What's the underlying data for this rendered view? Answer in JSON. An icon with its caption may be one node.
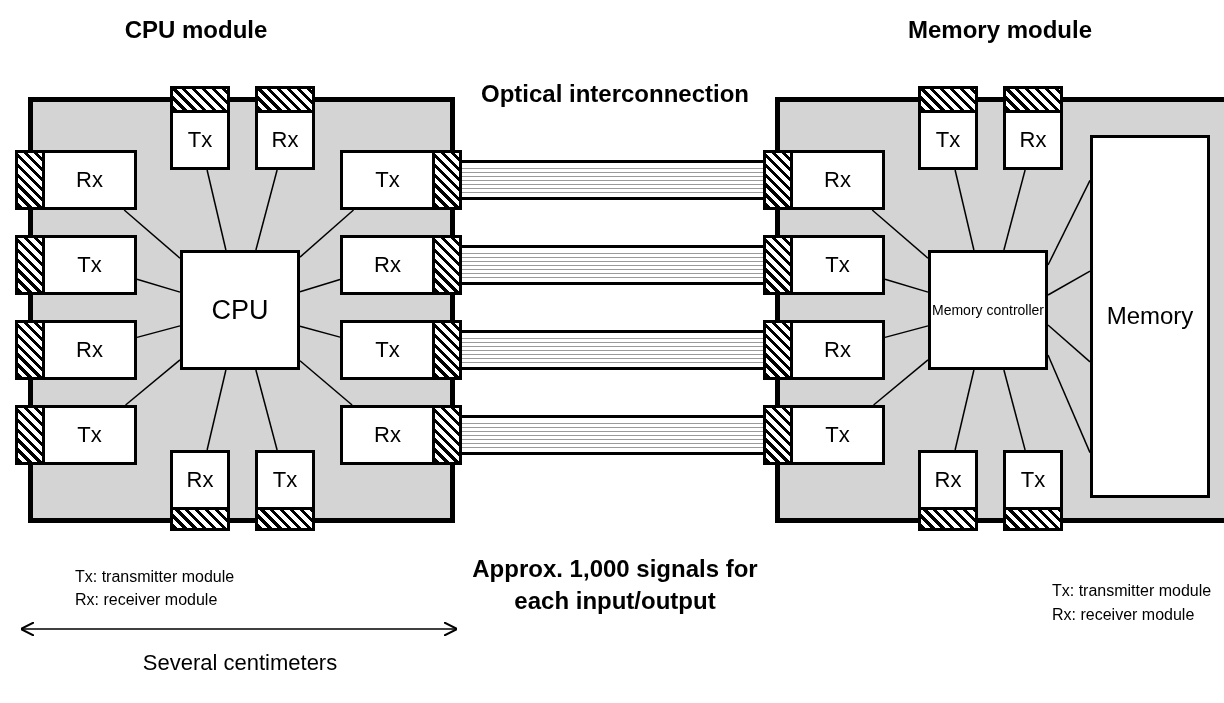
{
  "diagram": {
    "nodes": [
      {
        "text": [
          "CPU module"
        ]
      },
      {
        "text": [
          "Tx"
        ],
        "in": 0
      },
      {
        "text": [
          "Rx"
        ],
        "in": 0
      },
      {
        "text": [
          "Rx"
        ],
        "in": 0
      },
      {
        "text": [
          "Tx"
        ],
        "in": 0
      },
      {
        "text": [
          "Tx"
        ],
        "in": 0
      },
      {
        "text": [
          "CPU"
        ],
        "in": 0
      },
      {
        "text": [
          "Rx"
        ],
        "in": 0
      },
      {
        "text": [
          "Rx"
        ],
        "in": 0
      },
      {
        "text": [
          "Tx"
        ],
        "in": 0
      },
      {
        "text": [
          "Tx"
        ],
        "in": 0
      },
      {
        "text": [
          "Rx"
        ],
        "in": 0
      },
      {
        "text": [
          "Rx"
        ],
        "in": 0
      },
      {
        "text": [
          "Tx"
        ],
        "in": 0
      },
      {
        "text": [
          "Memory module"
        ]
      },
      {
        "text": [
          "Tx"
        ],
        "in": 14
      },
      {
        "text": [
          "Rx"
        ],
        "in": 14
      },
      {
        "text": [
          "Rx"
        ],
        "in": 14
      },
      {
        "text": [
          "Memory"
        ],
        "in": 14
      },
      {
        "text": [
          "Tx"
        ],
        "in": 14
      },
      {
        "text": [
          "Memory controller"
        ],
        "in": 14
      },
      {
        "text": [
          "Rx"
        ],
        "in": 14
      },
      {
        "text": [
          "Tx"
        ],
        "in": 14
      },
      {
        "text": [
          "Rx"
        ],
        "in": 14
      },
      {
        "text": [
          "Tx"
        ],
        "in": 14
      }
    ],
    "edges": [
      {
        "from": 4,
        "to": 17,
        "arrow": "none",
        "style": "thick"
      },
      {
        "from": 7,
        "to": 19,
        "arrow": "none",
        "style": "thick"
      },
      {
        "from": 9,
        "to": 21,
        "arrow": "none",
        "style": "thick"
      },
      {
        "from": 11,
        "to": 22,
        "arrow": "none",
        "style": "thick"
      },
      {
        "from": 6,
        "to": 1,
        "arrow": "none"
      },
      {
        "from": 6,
        "to": 2,
        "arrow": "none"
      },
      {
        "from": 6,
        "to": 3,
        "arrow": "none"
      },
      {
        "from": 6,
        "to": 4,
        "arrow": "none"
      },
      {
        "from": 6,
        "to": 5,
        "arrow": "none"
      },
      {
        "from": 6,
        "to": 7,
        "arrow": "none"
      },
      {
        "from": 6,
        "to": 8,
        "arrow": "none"
      },
      {
        "from": 6,
        "to": 9,
        "arrow": "none"
      },
      {
        "from": 6,
        "to": 10,
        "arrow": "none"
      },
      {
        "from": 6,
        "to": 11,
        "arrow": "none"
      },
      {
        "from": 6,
        "to": 12,
        "arrow": "none"
      },
      {
        "from": 6,
        "to": 13,
        "arrow": "none"
      },
      {
        "from": 20,
        "to": 15,
        "arrow": "none"
      },
      {
        "from": 20,
        "to": 16,
        "arrow": "none"
      },
      {
        "from": 20,
        "to": 17,
        "arrow": "none"
      },
      {
        "from": 20,
        "to": 19,
        "arrow": "none"
      },
      {
        "from": 20,
        "to": 21,
        "arrow": "none"
      },
      {
        "from": 20,
        "to": 22,
        "arrow": "none"
      },
      {
        "from": 20,
        "to": 23,
        "arrow": "none"
      },
      {
        "from": 20,
        "to": 24,
        "arrow": "none"
      },
      {
        "from": 20,
        "to": 18,
        "arrow": "none"
      },
      {
        "from": 20,
        "to": 18,
        "arrow": "none"
      },
      {
        "from": 20,
        "to": 18,
        "arrow": "none"
      },
      {
        "from": 20,
        "to": 18,
        "arrow": "none"
      }
    ],
    "labels": [
      "Optical interconnection",
      "Tx: transmitter module",
      "Rx: receiver module",
      "Approx. 1,000 signals for each input/output",
      "Tx: transmitter module",
      "Rx: receiver module",
      "Several centimeters"
    ]
  }
}
